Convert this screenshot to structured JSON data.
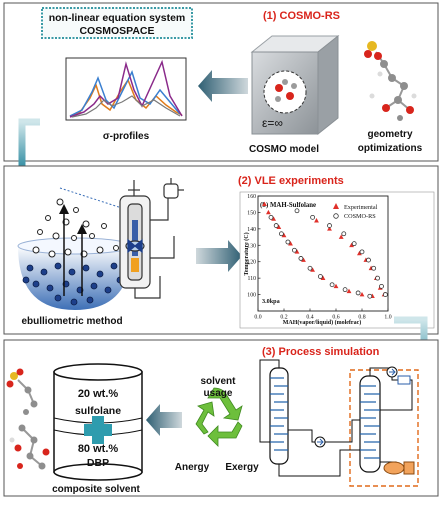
{
  "panel1": {
    "title": "(1) COSMO-RS",
    "equation_box": {
      "line1": "non-linear equation system",
      "line2": "COSMOSPACE"
    },
    "sigma_label": "σ-profiles",
    "cosmo_label": "COSMO model",
    "epsilon_label": "ε=∞",
    "geometry_label": {
      "line1": "geometry",
      "line2": "optimizations"
    }
  },
  "panel2": {
    "title": "(2) VLE experiments",
    "method_label": "ebulliometric method"
  },
  "chart_data": {
    "type": "scatter",
    "title": "(b) MAH-Sulfolane",
    "xlabel": "MAH(vapor/liquid) (molefrac)",
    "ylabel": "Temperature (C)",
    "annotation": "3.0kpa",
    "xlim": [
      0.0,
      1.0
    ],
    "ylim": [
      90,
      160
    ],
    "xticks": [
      "0.0",
      "0.2",
      "0.4",
      "0.6",
      "0.8",
      "1.0"
    ],
    "yticks": [
      "100",
      "110",
      "120",
      "130",
      "140",
      "150",
      "160"
    ],
    "legend_position": "top-right",
    "series": [
      {
        "name": "Experimental",
        "color": "#e0302a",
        "marker": "triangle",
        "points": [
          [
            0.05,
            155
          ],
          [
            0.08,
            150
          ],
          [
            0.12,
            146
          ],
          [
            0.16,
            141
          ],
          [
            0.2,
            136
          ],
          [
            0.25,
            131
          ],
          [
            0.3,
            126
          ],
          [
            0.35,
            121
          ],
          [
            0.42,
            115
          ],
          [
            0.5,
            110
          ],
          [
            0.6,
            105
          ],
          [
            0.7,
            102
          ],
          [
            0.8,
            100
          ],
          [
            0.88,
            99
          ],
          [
            0.45,
            145
          ],
          [
            0.55,
            140
          ],
          [
            0.64,
            135
          ],
          [
            0.72,
            130
          ],
          [
            0.78,
            125
          ],
          [
            0.83,
            121
          ],
          [
            0.87,
            116
          ],
          [
            0.91,
            110
          ],
          [
            0.94,
            104
          ],
          [
            0.97,
            100
          ]
        ]
      },
      {
        "name": "COSMO-RS",
        "color": "#333333",
        "marker": "circle",
        "points": [
          [
            0.1,
            147
          ],
          [
            0.14,
            142
          ],
          [
            0.18,
            137
          ],
          [
            0.23,
            132
          ],
          [
            0.28,
            127
          ],
          [
            0.33,
            122
          ],
          [
            0.4,
            116
          ],
          [
            0.48,
            111
          ],
          [
            0.57,
            106
          ],
          [
            0.67,
            103
          ],
          [
            0.77,
            101
          ],
          [
            0.86,
            99
          ],
          [
            0.3,
            151
          ],
          [
            0.42,
            147
          ],
          [
            0.55,
            142
          ],
          [
            0.66,
            137
          ],
          [
            0.74,
            131
          ],
          [
            0.8,
            126
          ],
          [
            0.85,
            121
          ],
          [
            0.89,
            116
          ],
          [
            0.92,
            110
          ],
          [
            0.95,
            105
          ],
          [
            0.98,
            100
          ]
        ]
      }
    ]
  },
  "panel3": {
    "title": "(3) Process simulation",
    "solvent_usage": {
      "line1": "solvent",
      "line2": "usage"
    },
    "anergy": "Anergy",
    "exergy": "Exergy",
    "tank": {
      "top": "20 wt.%",
      "middle": "sulfolane",
      "bottom1": "80 wt.%",
      "bottom2": "DBP"
    },
    "composite_label": "composite solvent"
  }
}
